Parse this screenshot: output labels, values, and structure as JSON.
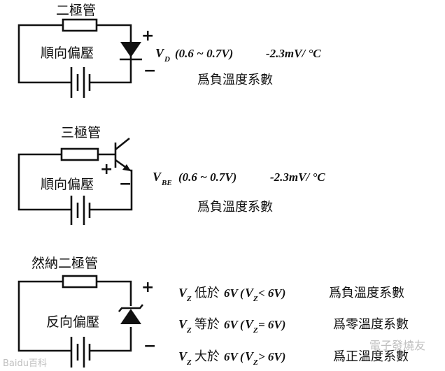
{
  "sections": [
    {
      "title": "二極管",
      "bias": "順向偏壓",
      "plus": "+",
      "minus": "−",
      "v_sym": "V",
      "v_sub": "D",
      "v_range": "(0.6 ~ 0.7V)",
      "coef": "-2.3mV/ °C",
      "note": "爲負溫度系數"
    },
    {
      "title": "三極管",
      "bias": "順向偏壓",
      "plus": "+",
      "minus": "−",
      "v_sym": "V",
      "v_sub": "BE",
      "v_range": "(0.6 ~ 0.7V)",
      "coef": "-2.3mV/ °C",
      "note": "爲負溫度系數"
    },
    {
      "title": "然納二極管",
      "bias": "反向偏壓",
      "plus": "+",
      "minus": "−",
      "rows": [
        {
          "v": "V",
          "sub": "Z",
          "rel": "低於",
          "val": "6V",
          "paren_open": "(",
          "paren_v": "V",
          "paren_sub": "Z",
          "op": " < 6V)",
          "note": "爲負溫度系數"
        },
        {
          "v": "V",
          "sub": "Z",
          "rel": "等於",
          "val": "6V",
          "paren_open": "(",
          "paren_v": "V",
          "paren_sub": "Z",
          "op": " = 6V)",
          "note": "爲零溫度系數"
        },
        {
          "v": "V",
          "sub": "Z",
          "rel": "大於",
          "val": "6V",
          "paren_open": "(",
          "paren_v": "V",
          "paren_sub": "Z",
          "op": " > 6V)",
          "note": "爲正溫度系數"
        }
      ]
    }
  ],
  "watermarks": {
    "left": "Baidu百科",
    "right": "電子發燒友"
  }
}
